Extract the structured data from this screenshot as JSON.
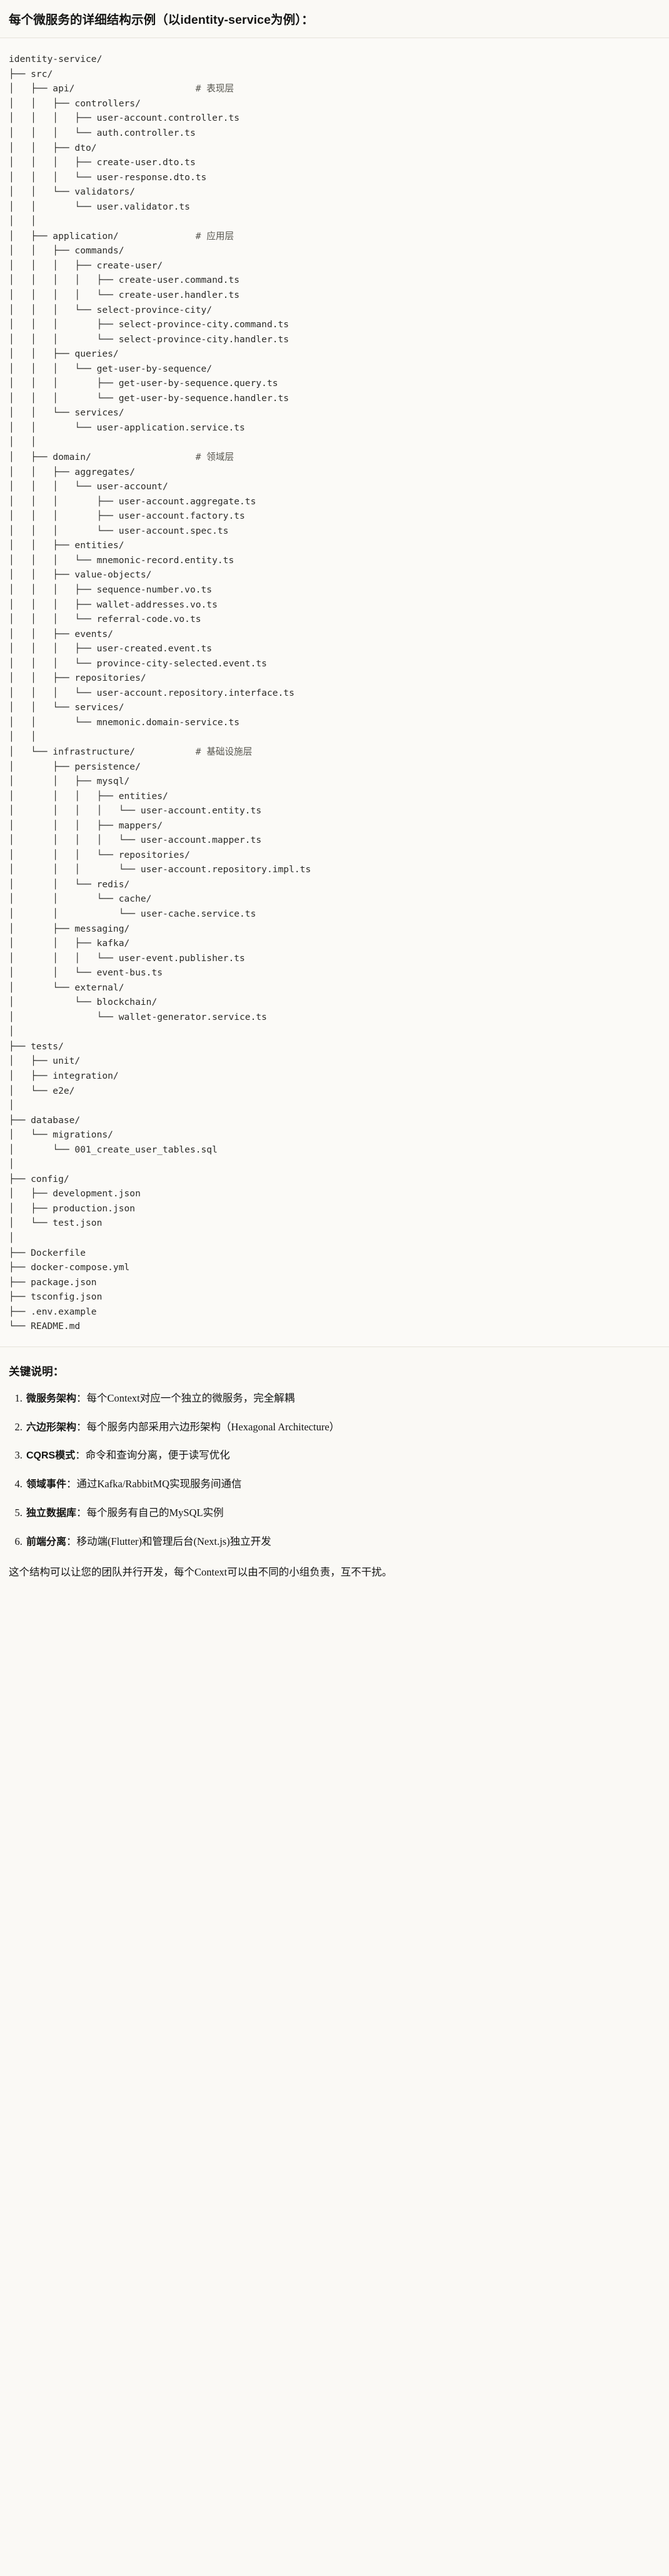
{
  "title": "每个微服务的详细结构示例（以identity-service为例）：",
  "tree": {
    "root": "identity-service/",
    "lines": [
      {
        "text": "identity-service/",
        "comment": ""
      },
      {
        "text": "├── src/",
        "comment": ""
      },
      {
        "text": "│   ├── api/",
        "comment": "# 表现层"
      },
      {
        "text": "│   │   ├── controllers/",
        "comment": ""
      },
      {
        "text": "│   │   │   ├── user-account.controller.ts",
        "comment": ""
      },
      {
        "text": "│   │   │   └── auth.controller.ts",
        "comment": ""
      },
      {
        "text": "│   │   ├── dto/",
        "comment": ""
      },
      {
        "text": "│   │   │   ├── create-user.dto.ts",
        "comment": ""
      },
      {
        "text": "│   │   │   └── user-response.dto.ts",
        "comment": ""
      },
      {
        "text": "│   │   └── validators/",
        "comment": ""
      },
      {
        "text": "│   │       └── user.validator.ts",
        "comment": ""
      },
      {
        "text": "│   │",
        "comment": ""
      },
      {
        "text": "│   ├── application/",
        "comment": "# 应用层"
      },
      {
        "text": "│   │   ├── commands/",
        "comment": ""
      },
      {
        "text": "│   │   │   ├── create-user/",
        "comment": ""
      },
      {
        "text": "│   │   │   │   ├── create-user.command.ts",
        "comment": ""
      },
      {
        "text": "│   │   │   │   └── create-user.handler.ts",
        "comment": ""
      },
      {
        "text": "│   │   │   └── select-province-city/",
        "comment": ""
      },
      {
        "text": "│   │   │       ├── select-province-city.command.ts",
        "comment": ""
      },
      {
        "text": "│   │   │       └── select-province-city.handler.ts",
        "comment": ""
      },
      {
        "text": "│   │   ├── queries/",
        "comment": ""
      },
      {
        "text": "│   │   │   └── get-user-by-sequence/",
        "comment": ""
      },
      {
        "text": "│   │   │       ├── get-user-by-sequence.query.ts",
        "comment": ""
      },
      {
        "text": "│   │   │       └── get-user-by-sequence.handler.ts",
        "comment": ""
      },
      {
        "text": "│   │   └── services/",
        "comment": ""
      },
      {
        "text": "│   │       └── user-application.service.ts",
        "comment": ""
      },
      {
        "text": "│   │",
        "comment": ""
      },
      {
        "text": "│   ├── domain/",
        "comment": "# 领域层"
      },
      {
        "text": "│   │   ├── aggregates/",
        "comment": ""
      },
      {
        "text": "│   │   │   └── user-account/",
        "comment": ""
      },
      {
        "text": "│   │   │       ├── user-account.aggregate.ts",
        "comment": ""
      },
      {
        "text": "│   │   │       ├── user-account.factory.ts",
        "comment": ""
      },
      {
        "text": "│   │   │       └── user-account.spec.ts",
        "comment": ""
      },
      {
        "text": "│   │   ├── entities/",
        "comment": ""
      },
      {
        "text": "│   │   │   └── mnemonic-record.entity.ts",
        "comment": ""
      },
      {
        "text": "│   │   ├── value-objects/",
        "comment": ""
      },
      {
        "text": "│   │   │   ├── sequence-number.vo.ts",
        "comment": ""
      },
      {
        "text": "│   │   │   ├── wallet-addresses.vo.ts",
        "comment": ""
      },
      {
        "text": "│   │   │   └── referral-code.vo.ts",
        "comment": ""
      },
      {
        "text": "│   │   ├── events/",
        "comment": ""
      },
      {
        "text": "│   │   │   ├── user-created.event.ts",
        "comment": ""
      },
      {
        "text": "│   │   │   └── province-city-selected.event.ts",
        "comment": ""
      },
      {
        "text": "│   │   ├── repositories/",
        "comment": ""
      },
      {
        "text": "│   │   │   └── user-account.repository.interface.ts",
        "comment": ""
      },
      {
        "text": "│   │   └── services/",
        "comment": ""
      },
      {
        "text": "│   │       └── mnemonic.domain-service.ts",
        "comment": ""
      },
      {
        "text": "│   │",
        "comment": ""
      },
      {
        "text": "│   └── infrastructure/",
        "comment": "# 基础设施层"
      },
      {
        "text": "│       ├── persistence/",
        "comment": ""
      },
      {
        "text": "│       │   ├── mysql/",
        "comment": ""
      },
      {
        "text": "│       │   │   ├── entities/",
        "comment": ""
      },
      {
        "text": "│       │   │   │   └── user-account.entity.ts",
        "comment": ""
      },
      {
        "text": "│       │   │   ├── mappers/",
        "comment": ""
      },
      {
        "text": "│       │   │   │   └── user-account.mapper.ts",
        "comment": ""
      },
      {
        "text": "│       │   │   └── repositories/",
        "comment": ""
      },
      {
        "text": "│       │   │       └── user-account.repository.impl.ts",
        "comment": ""
      },
      {
        "text": "│       │   └── redis/",
        "comment": ""
      },
      {
        "text": "│       │       └── cache/",
        "comment": ""
      },
      {
        "text": "│       │           └── user-cache.service.ts",
        "comment": ""
      },
      {
        "text": "│       ├── messaging/",
        "comment": ""
      },
      {
        "text": "│       │   ├── kafka/",
        "comment": ""
      },
      {
        "text": "│       │   │   └── user-event.publisher.ts",
        "comment": ""
      },
      {
        "text": "│       │   └── event-bus.ts",
        "comment": ""
      },
      {
        "text": "│       └── external/",
        "comment": ""
      },
      {
        "text": "│           └── blockchain/",
        "comment": ""
      },
      {
        "text": "│               └── wallet-generator.service.ts",
        "comment": ""
      },
      {
        "text": "│",
        "comment": ""
      },
      {
        "text": "├── tests/",
        "comment": ""
      },
      {
        "text": "│   ├── unit/",
        "comment": ""
      },
      {
        "text": "│   ├── integration/",
        "comment": ""
      },
      {
        "text": "│   └── e2e/",
        "comment": ""
      },
      {
        "text": "│",
        "comment": ""
      },
      {
        "text": "├── database/",
        "comment": ""
      },
      {
        "text": "│   └── migrations/",
        "comment": ""
      },
      {
        "text": "│       └── 001_create_user_tables.sql",
        "comment": ""
      },
      {
        "text": "│",
        "comment": ""
      },
      {
        "text": "├── config/",
        "comment": ""
      },
      {
        "text": "│   ├── development.json",
        "comment": ""
      },
      {
        "text": "│   ├── production.json",
        "comment": ""
      },
      {
        "text": "│   └── test.json",
        "comment": ""
      },
      {
        "text": "│",
        "comment": ""
      },
      {
        "text": "├── Dockerfile",
        "comment": ""
      },
      {
        "text": "├── docker-compose.yml",
        "comment": ""
      },
      {
        "text": "├── package.json",
        "comment": ""
      },
      {
        "text": "├── tsconfig.json",
        "comment": ""
      },
      {
        "text": "├── .env.example",
        "comment": ""
      },
      {
        "text": "└── README.md",
        "comment": ""
      }
    ],
    "comment_column": 34
  },
  "notes": {
    "heading": "关键说明：",
    "items": [
      {
        "term": "微服务架构",
        "body": "：每个Context对应一个独立的微服务，完全解耦"
      },
      {
        "term": "六边形架构",
        "body": "：每个服务内部采用六边形架构（Hexagonal Architecture）"
      },
      {
        "term": "CQRS模式",
        "body": "：命令和查询分离，便于读写优化"
      },
      {
        "term": "领域事件",
        "body": "：通过Kafka/RabbitMQ实现服务间通信"
      },
      {
        "term": "独立数据库",
        "body": "：每个服务有自己的MySQL实例"
      },
      {
        "term": "前端分离",
        "body": "：移动端(Flutter)和管理后台(Next.js)独立开发"
      }
    ],
    "closing": "这个结构可以让您的团队并行开发，每个Context可以由不同的小组负责，互不干扰。"
  },
  "colors": {
    "page_background": "#faf9f5",
    "code_background": "#fbfaf7",
    "text": "#141413",
    "code_text": "#2b2b28",
    "comment_text": "#57564f",
    "divider": "#e6e3db"
  }
}
